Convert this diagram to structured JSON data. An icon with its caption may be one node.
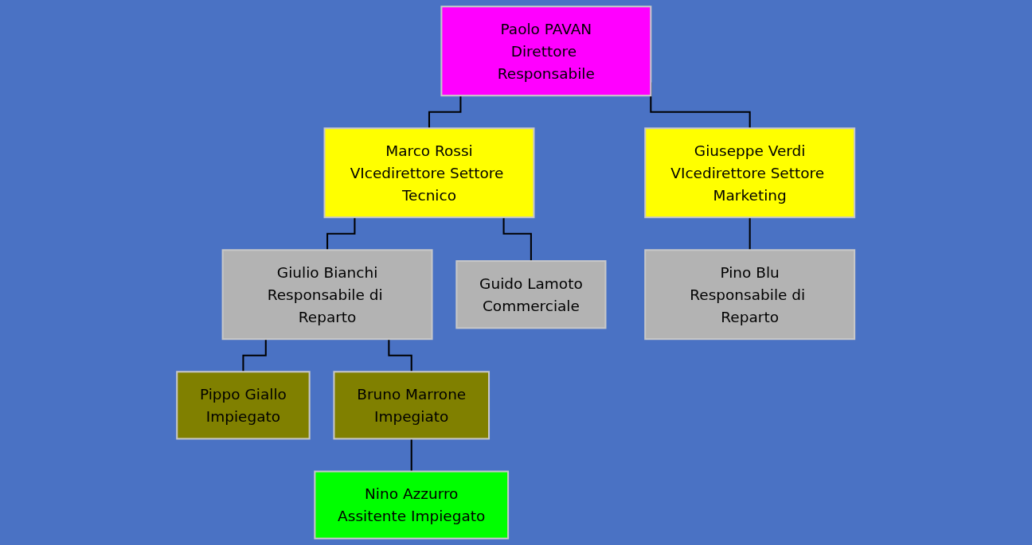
{
  "diagram": {
    "nodes": [
      {
        "text": [
          "Paolo PAVAN",
          "Direttore Responsabile"
        ]
      },
      {
        "text": [
          "Marco Rossi",
          "VIcedirettore Settore Tecnico"
        ]
      },
      {
        "text": [
          "Giuseppe Verdi",
          "VIcedirettore Settore Marketing"
        ]
      },
      {
        "text": [
          "Giulio Bianchi",
          "Responsabile di Reparto"
        ]
      },
      {
        "text": [
          "Guido Lamoto",
          "Commerciale"
        ]
      },
      {
        "text": [
          "Pino Blu",
          "Responsabile di Reparto"
        ]
      },
      {
        "text": [
          "Pippo Giallo",
          "Impiegato"
        ]
      },
      {
        "text": [
          "Bruno Marrone",
          "Impegiato"
        ]
      },
      {
        "text": [
          "Nino Azzurro",
          "Assitente Impiegato"
        ]
      }
    ],
    "edges": [
      {
        "from": 0,
        "to": 1,
        "arrow": "none"
      },
      {
        "from": 0,
        "to": 2,
        "arrow": "none"
      },
      {
        "from": 1,
        "to": 3,
        "arrow": "none"
      },
      {
        "from": 1,
        "to": 4,
        "arrow": "none"
      },
      {
        "from": 2,
        "to": 5,
        "arrow": "none"
      },
      {
        "from": 3,
        "to": 6,
        "arrow": "none"
      },
      {
        "from": 3,
        "to": 7,
        "arrow": "none"
      },
      {
        "from": 7,
        "to": 8,
        "arrow": "none"
      }
    ]
  }
}
